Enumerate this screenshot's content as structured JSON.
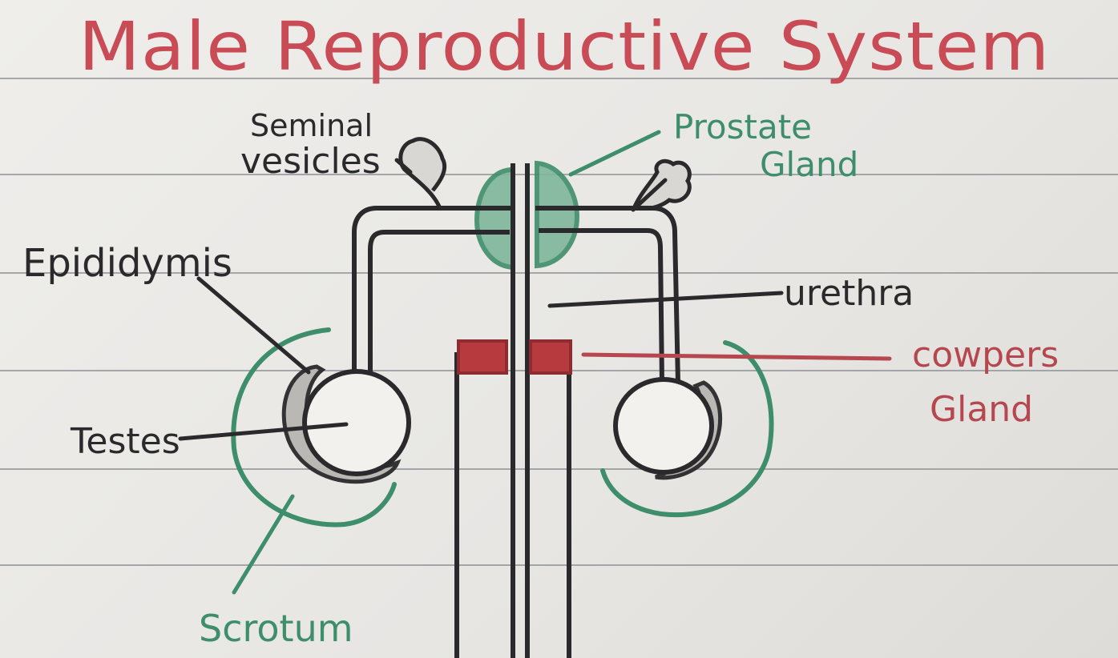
{
  "title": "Male Reproductive System",
  "labels": {
    "seminal_line1": "Seminal",
    "seminal_line2": "vesicles",
    "prostate_line1": "Prostate",
    "prostate_line2": "Gland",
    "epididymis": "Epididymis",
    "urethra": "urethra",
    "cowpers_line1": "cowpers",
    "cowpers_line2": "Gland",
    "testes": "Testes",
    "scrotum": "Scrotum"
  },
  "colors": {
    "title": "#c84b55",
    "ink": "#2a2a2c",
    "green": "#3f8e6b",
    "red": "#b6474f",
    "ruled_line": "#8e8f96",
    "cowper_fill": "#b73a3f"
  }
}
